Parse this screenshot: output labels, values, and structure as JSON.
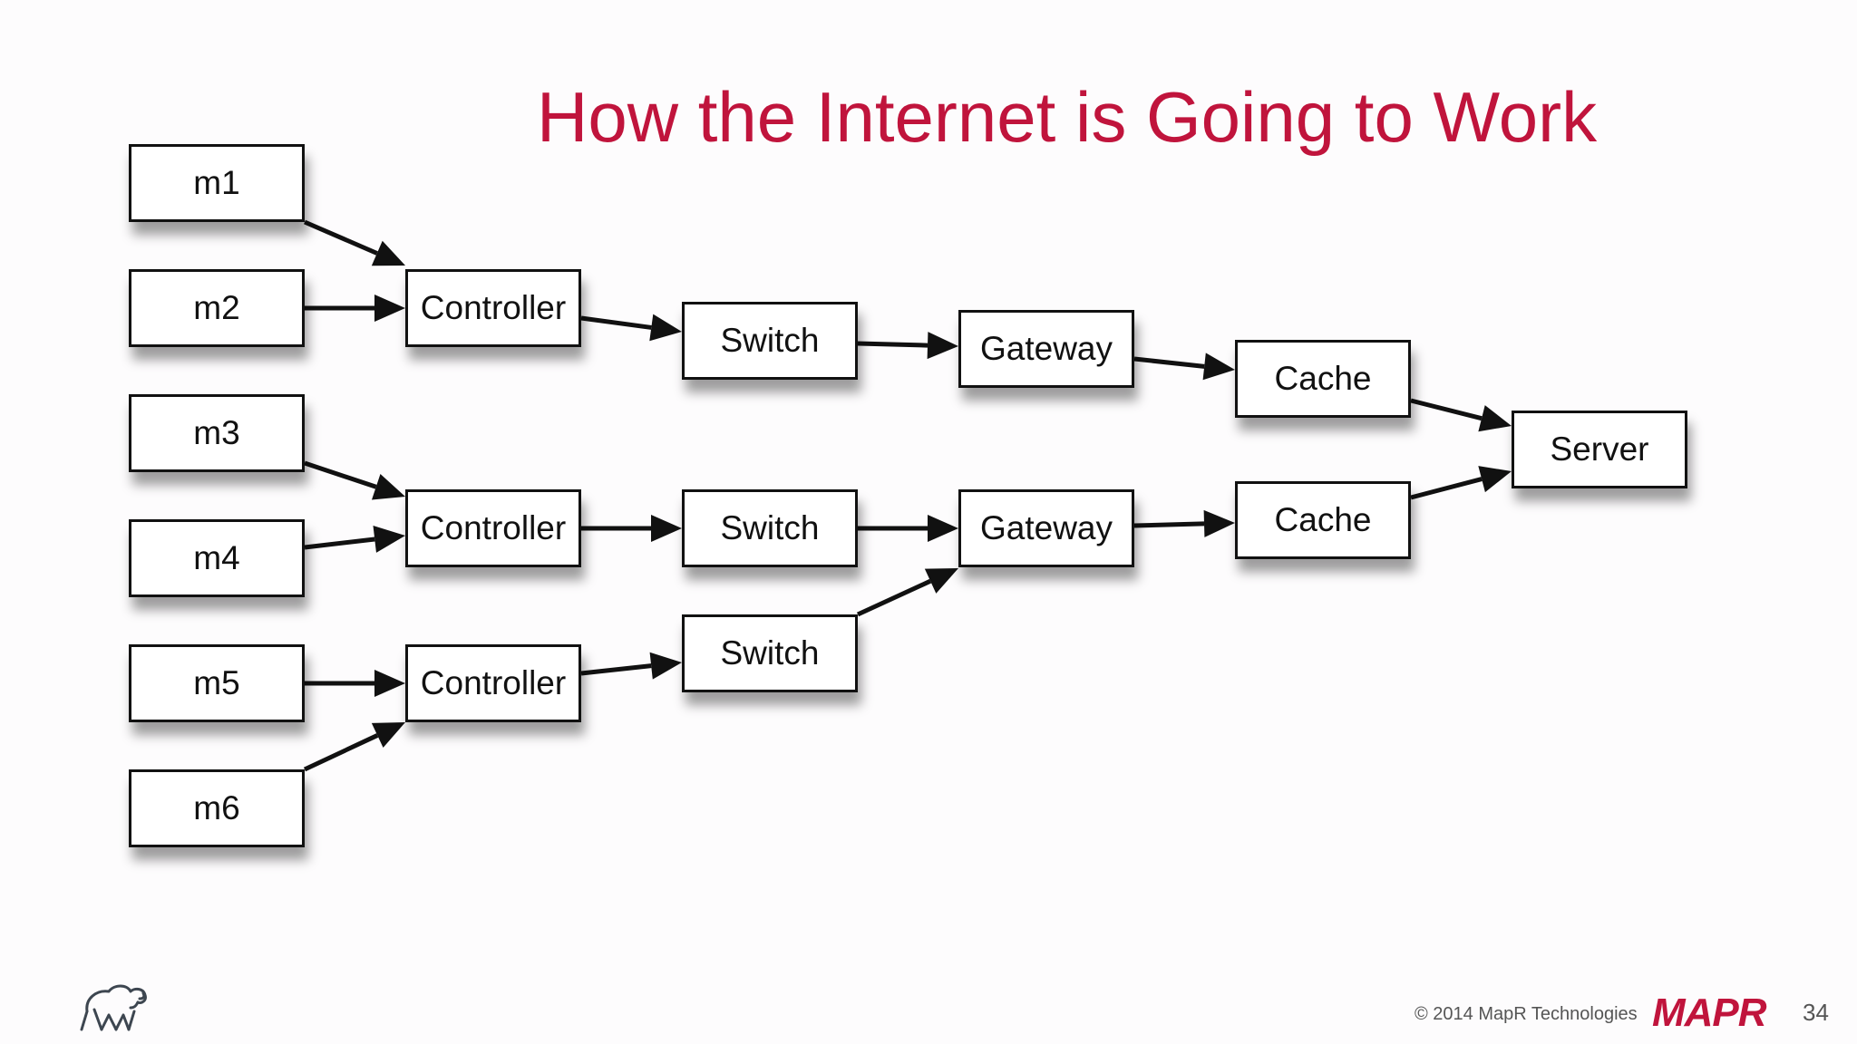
{
  "slide": {
    "title": "How the Internet is Going to Work",
    "footer": {
      "copyright": "© 2014 MapR Technologies",
      "logo_text": "MAPR",
      "page_number": "34"
    },
    "colors": {
      "title": "#c0143c",
      "logo": "#c0143c",
      "stroke": "#111111"
    }
  },
  "diagram": {
    "nodes": [
      {
        "id": "m1",
        "label": "m1"
      },
      {
        "id": "m2",
        "label": "m2"
      },
      {
        "id": "m3",
        "label": "m3"
      },
      {
        "id": "m4",
        "label": "m4"
      },
      {
        "id": "m5",
        "label": "m5"
      },
      {
        "id": "m6",
        "label": "m6"
      },
      {
        "id": "controller1",
        "label": "Controller"
      },
      {
        "id": "controller2",
        "label": "Controller"
      },
      {
        "id": "controller3",
        "label": "Controller"
      },
      {
        "id": "switch1",
        "label": "Switch"
      },
      {
        "id": "switch2",
        "label": "Switch"
      },
      {
        "id": "switch3",
        "label": "Switch"
      },
      {
        "id": "gateway1",
        "label": "Gateway"
      },
      {
        "id": "gateway2",
        "label": "Gateway"
      },
      {
        "id": "cache1",
        "label": "Cache"
      },
      {
        "id": "cache2",
        "label": "Cache"
      },
      {
        "id": "server",
        "label": "Server"
      }
    ],
    "edges": [
      {
        "from": "m1",
        "to": "controller1"
      },
      {
        "from": "m2",
        "to": "controller1"
      },
      {
        "from": "m3",
        "to": "controller2"
      },
      {
        "from": "m4",
        "to": "controller2"
      },
      {
        "from": "m5",
        "to": "controller3"
      },
      {
        "from": "m6",
        "to": "controller3"
      },
      {
        "from": "controller1",
        "to": "switch1"
      },
      {
        "from": "controller2",
        "to": "switch2"
      },
      {
        "from": "controller3",
        "to": "switch3"
      },
      {
        "from": "switch1",
        "to": "gateway1"
      },
      {
        "from": "switch2",
        "to": "gateway2"
      },
      {
        "from": "switch3",
        "to": "gateway2"
      },
      {
        "from": "gateway1",
        "to": "cache1"
      },
      {
        "from": "gateway2",
        "to": "cache2"
      },
      {
        "from": "cache1",
        "to": "server"
      },
      {
        "from": "cache2",
        "to": "server"
      }
    ]
  }
}
